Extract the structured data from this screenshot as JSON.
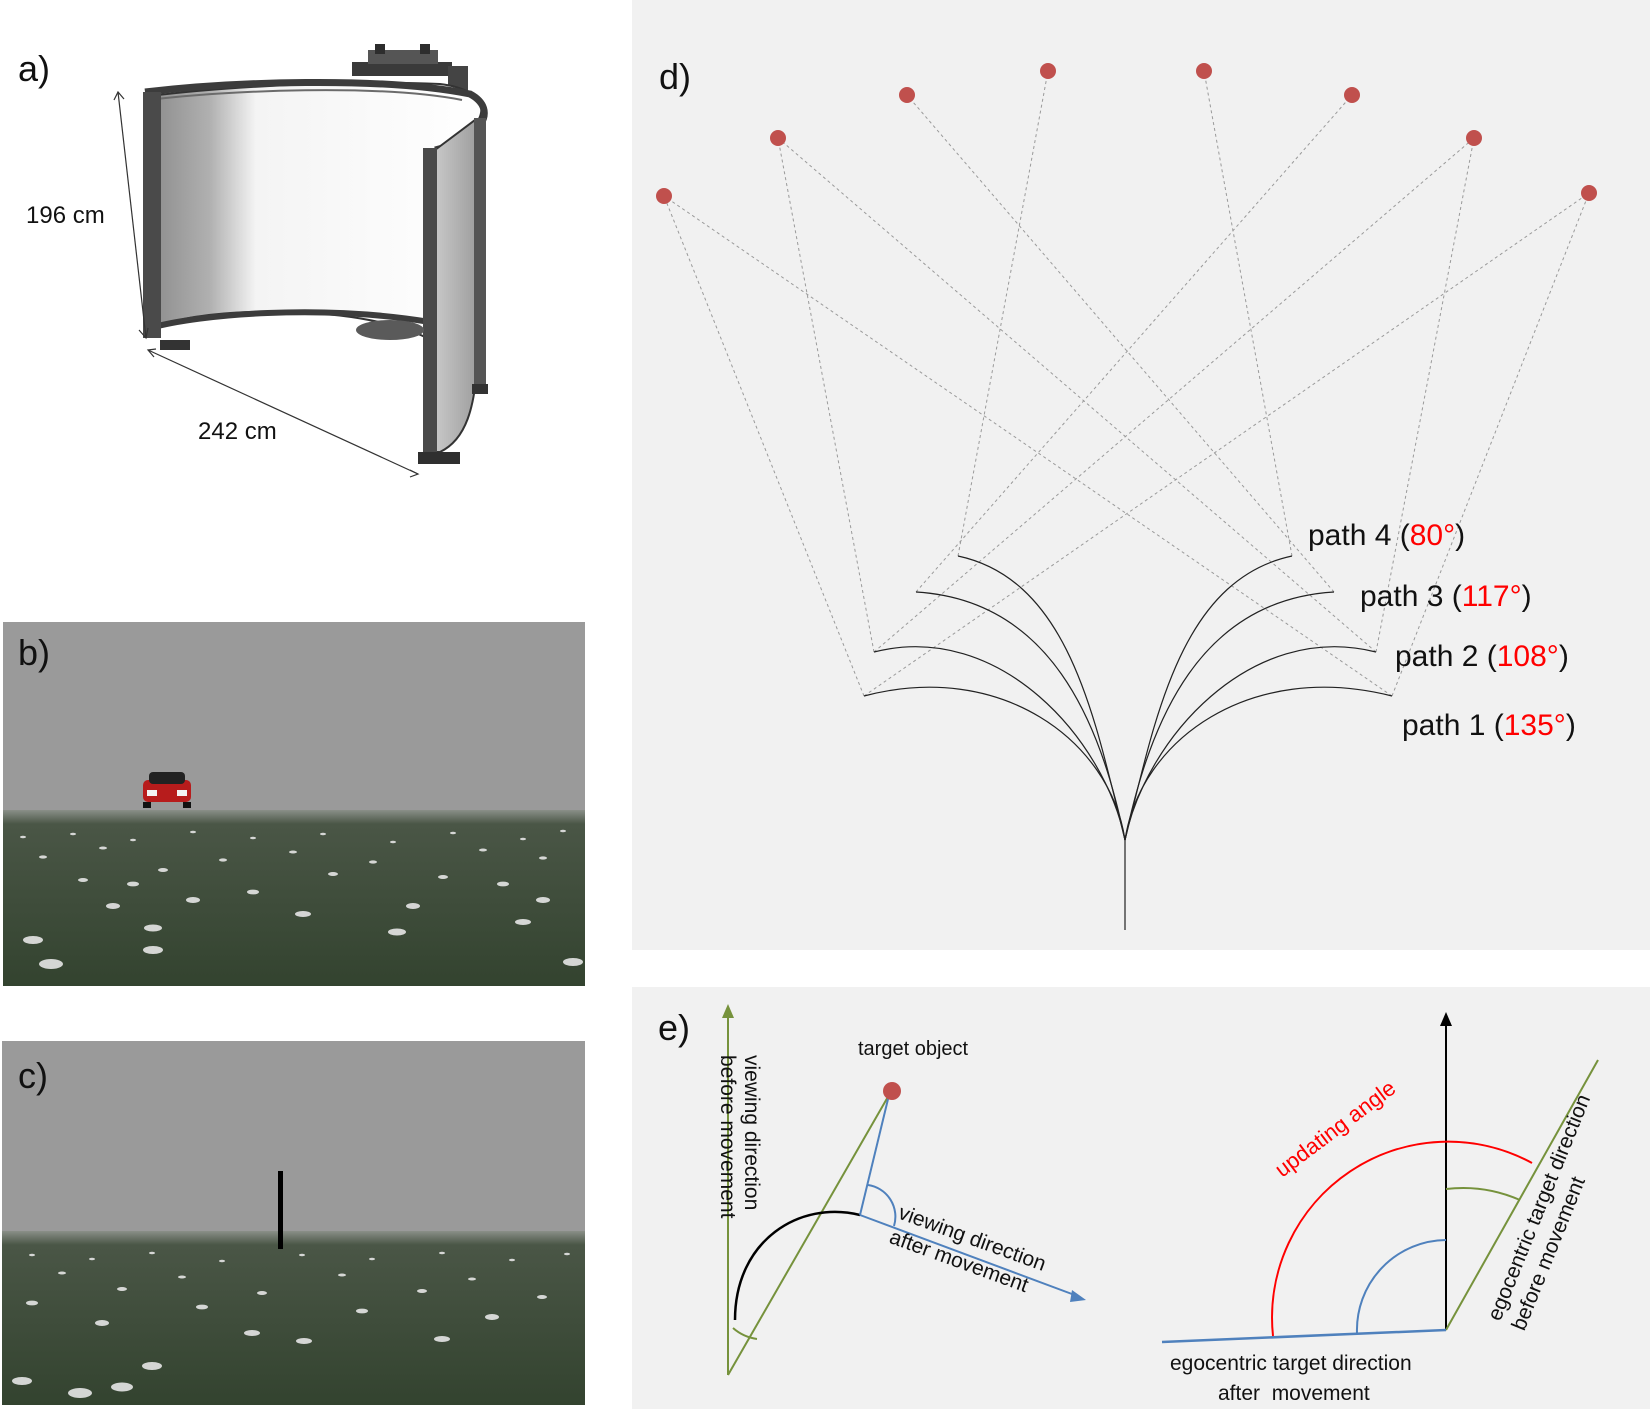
{
  "panel_a": {
    "label": "a)",
    "height_dim": "196 cm",
    "width_dim": "242 cm"
  },
  "panel_b": {
    "label": "b)"
  },
  "panel_c": {
    "label": "c)"
  },
  "panel_d": {
    "label": "d)",
    "paths": [
      {
        "name": "path 4",
        "angle": "80°"
      },
      {
        "name": "path 3",
        "angle": "117°"
      },
      {
        "name": "path 2",
        "angle": "108°"
      },
      {
        "name": "path 1",
        "angle": "135°"
      }
    ]
  },
  "panel_e": {
    "label": "e)",
    "target_object": "target object",
    "view_before_1": "viewing direction",
    "view_before_2": "before movement",
    "view_after_1": "viewing direction",
    "view_after_2": "after movement",
    "updating_angle": "updating angle",
    "ego_before_1": "egocentric target direction",
    "ego_before_2": "before movement",
    "ego_after_1": "egocentric target direction",
    "ego_after_2": "after  movement"
  },
  "colors": {
    "target": "#c0504d",
    "angle": "#ff0000",
    "green": "#76923c",
    "blue": "#4f81bd",
    "ground": "#34442f",
    "sky": "#9a9a9a"
  }
}
